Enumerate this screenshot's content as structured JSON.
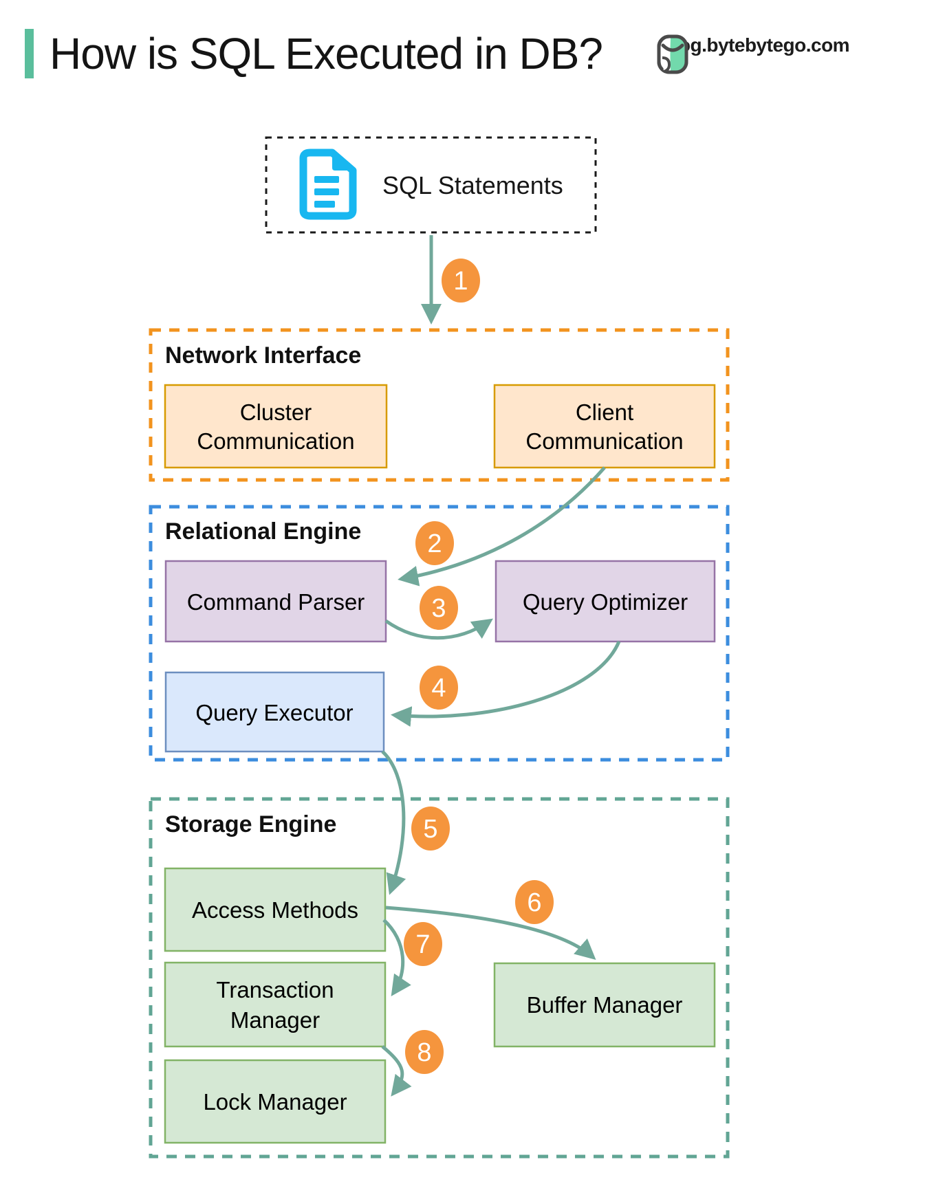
{
  "header": {
    "title": "How is SQL Executed in DB?",
    "site": "blog.bytebytego.com",
    "accent_color": "#5ABE9C"
  },
  "source_box": {
    "label": "SQL Statements",
    "icon": "document-icon",
    "icon_color": "#18B7F0"
  },
  "groups": {
    "network_interface": {
      "label": "Network Interface",
      "border_color": "#F2931E"
    },
    "relational_engine": {
      "label": "Relational Engine",
      "border_color": "#3C8DDE"
    },
    "storage_engine": {
      "label": "Storage Engine",
      "border_color": "#61A594"
    }
  },
  "nodes": {
    "cluster_communication": {
      "lines": [
        "Cluster",
        "Communication"
      ],
      "fill": "#FFE6CC",
      "border": "#D79B00"
    },
    "client_communication": {
      "lines": [
        "Client",
        "Communication"
      ],
      "fill": "#FFE6CC",
      "border": "#D79B00"
    },
    "command_parser": {
      "label": "Command Parser",
      "fill": "#E1D5E7",
      "border": "#9673A6"
    },
    "query_optimizer": {
      "label": "Query Optimizer",
      "fill": "#E1D5E7",
      "border": "#9673A6"
    },
    "query_executor": {
      "label": "Query Executor",
      "fill": "#DAE8FC",
      "border": "#6C8EBF"
    },
    "access_methods": {
      "label": "Access Methods",
      "fill": "#D5E8D4",
      "border": "#82B366"
    },
    "transaction_manager": {
      "lines": [
        "Transaction",
        "Manager"
      ],
      "fill": "#D5E8D4",
      "border": "#82B366"
    },
    "lock_manager": {
      "label": "Lock Manager",
      "fill": "#D5E8D4",
      "border": "#82B366"
    },
    "buffer_manager": {
      "label": "Buffer Manager",
      "fill": "#D5E8D4",
      "border": "#82B366"
    }
  },
  "steps": {
    "s1": "1",
    "s2": "2",
    "s3": "3",
    "s4": "4",
    "s5": "5",
    "s6": "6",
    "s7": "7",
    "s8": "8",
    "badge_color": "#F5953D"
  },
  "arrow_color": "#71A89A",
  "icons": {
    "logo": "bytebytego-logo",
    "document": "sql-document-icon"
  }
}
